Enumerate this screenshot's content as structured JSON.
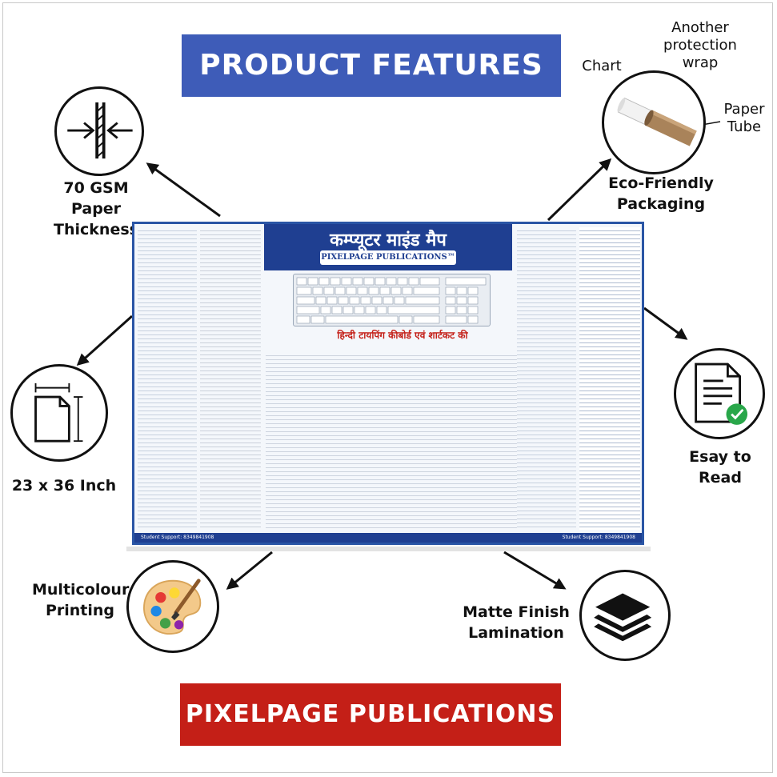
{
  "banners": {
    "top": "PRODUCT FEATURES",
    "bottom": "PIXELPAGE PUBLICATIONS"
  },
  "features": {
    "gsm": [
      "70 GSM",
      "Paper",
      "Thickness"
    ],
    "size": "23 x 36 Inch",
    "multicolour": [
      "Multicolour",
      "Printing"
    ],
    "eco": [
      "Eco-Friendly",
      "Packaging"
    ],
    "easy": [
      "Esay to",
      "Read"
    ],
    "matte": [
      "Matte Finish",
      "Lamination"
    ]
  },
  "packaging_notes": {
    "chart": "Chart",
    "wrap": [
      "Another",
      "protection",
      "wrap"
    ],
    "tube": [
      "Paper",
      "Tube"
    ]
  },
  "poster": {
    "title": "कम्प्यूटर माइंड मैप",
    "publisher": "PIXELPAGE PUBLICATIONS™",
    "subtitle": "हिन्दी टायपिंग कीबोर्ड एवं शार्टकट की",
    "footer_left": "Student Support: 8349841908",
    "footer_right": "Student Support: 8349841908"
  },
  "icons": [
    "compress-icon",
    "document-size-icon",
    "palette-icon",
    "paper-tube-icon",
    "document-check-icon",
    "layers-icon"
  ],
  "colors": {
    "top_banner": "#3e5cb8",
    "bottom_banner": "#c41f17",
    "poster_border": "#2a55a5",
    "check_green": "#29a74a"
  }
}
